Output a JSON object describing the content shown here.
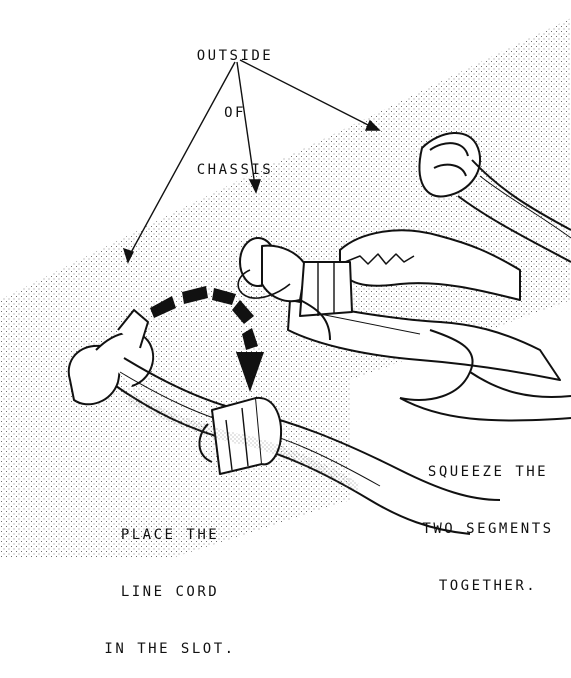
{
  "labels": {
    "outside": [
      "OUTSIDE",
      "OF",
      "CHASSIS"
    ],
    "squeeze": [
      "SQUEEZE THE",
      "TWO SEGMENTS",
      "TOGETHER."
    ],
    "place": [
      "PLACE THE",
      "LINE CORD",
      "IN THE SLOT."
    ]
  },
  "colors": {
    "ink": "#111111",
    "stipple": "#6e6e6e",
    "paper": "#ffffff"
  },
  "icons": {
    "pliers": "pliers-illustration",
    "strain_relief": "strain-relief-bushing",
    "rotation_arrow": "curved-dashed-arrow"
  }
}
